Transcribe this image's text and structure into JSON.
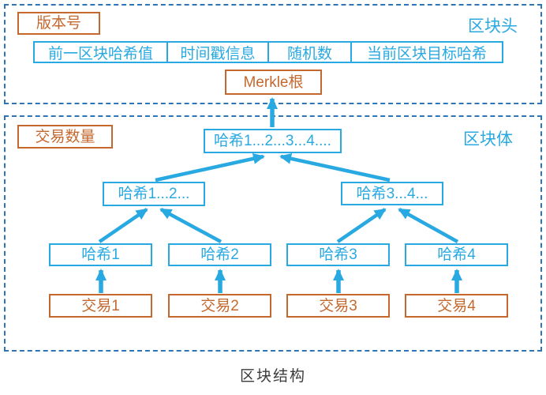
{
  "page": {
    "caption": "区块结构"
  },
  "colors": {
    "accent_blue": "#29A9E1",
    "dashed_blue": "#2E75B6",
    "accent_brown": "#C4682E",
    "caption_text": "#3B3B3B"
  },
  "block_header": {
    "label": "区块头",
    "version": "版本号",
    "fields": [
      "前一区块哈希值",
      "时间戳信息",
      "随机数",
      "当前区块目标哈希"
    ],
    "merkle_root": "Merkle根"
  },
  "block_body": {
    "label": "区块体",
    "tx_count": "交易数量",
    "root_hash": "哈希1...2...3...4....",
    "mid_hashes": [
      "哈希1...2...",
      "哈希3...4..."
    ],
    "leaf_hashes": [
      "哈希1",
      "哈希2",
      "哈希3",
      "哈希4"
    ],
    "transactions": [
      "交易1",
      "交易2",
      "交易3",
      "交易4"
    ]
  }
}
